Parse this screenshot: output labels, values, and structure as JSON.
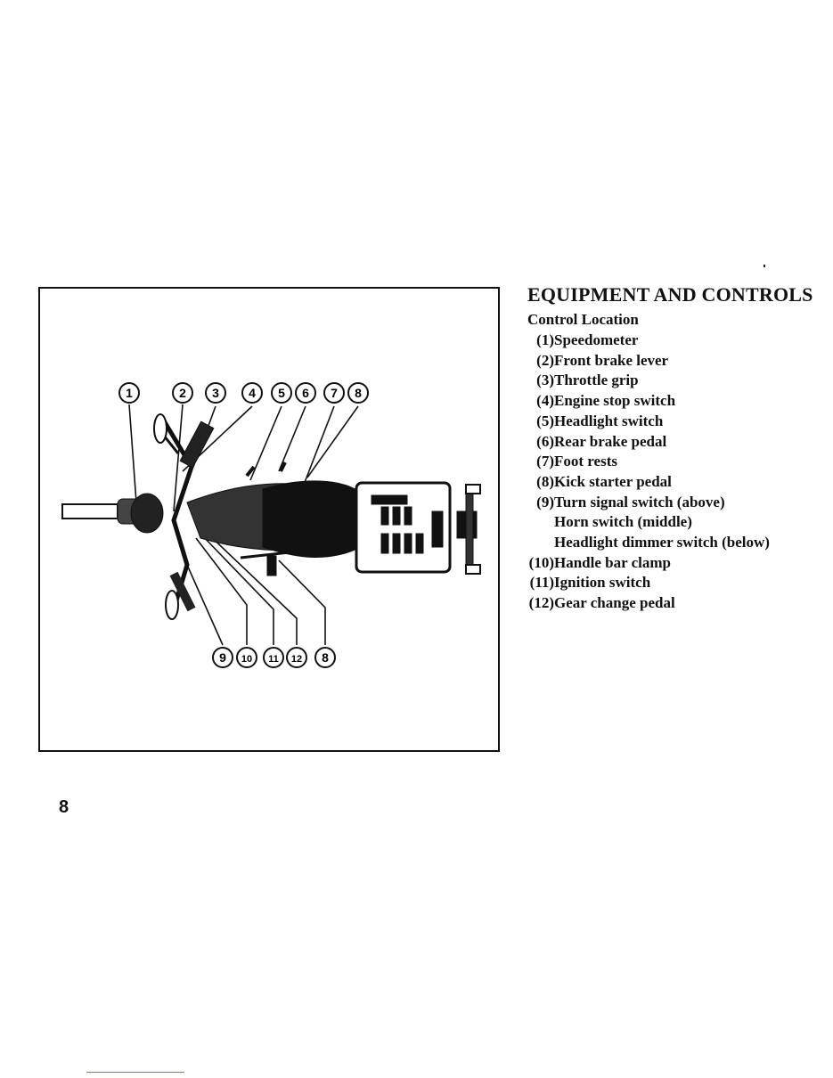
{
  "page_number": "8",
  "legend": {
    "title": "EQUIPMENT AND CONTROLS",
    "subtitle": "Control Location",
    "items": [
      {
        "num": "(1)",
        "label": "Speedometer"
      },
      {
        "num": "(2)",
        "label": "Front brake lever"
      },
      {
        "num": "(3)",
        "label": "Throttle grip"
      },
      {
        "num": "(4)",
        "label": "Engine stop switch"
      },
      {
        "num": "(5)",
        "label": "Headlight switch"
      },
      {
        "num": "(6)",
        "label": "Rear brake pedal"
      },
      {
        "num": "(7)",
        "label": "Foot rests"
      },
      {
        "num": "(8)",
        "label": "Kick starter pedal"
      },
      {
        "num": "(9)",
        "label": "Turn signal switch (above)"
      },
      {
        "num": "(10)",
        "label": "Handle bar clamp"
      },
      {
        "num": "(11)",
        "label": "Ignition switch"
      },
      {
        "num": "(12)",
        "label": "Gear change pedal"
      }
    ],
    "subitems": [
      "Horn switch (middle)",
      "Headlight dimmer switch (below)"
    ]
  },
  "figure": {
    "top_callouts": [
      "1",
      "2",
      "3",
      "4",
      "5",
      "6",
      "7",
      "8"
    ],
    "bottom_callouts": [
      "9",
      "10",
      "11",
      "12",
      "8"
    ]
  }
}
